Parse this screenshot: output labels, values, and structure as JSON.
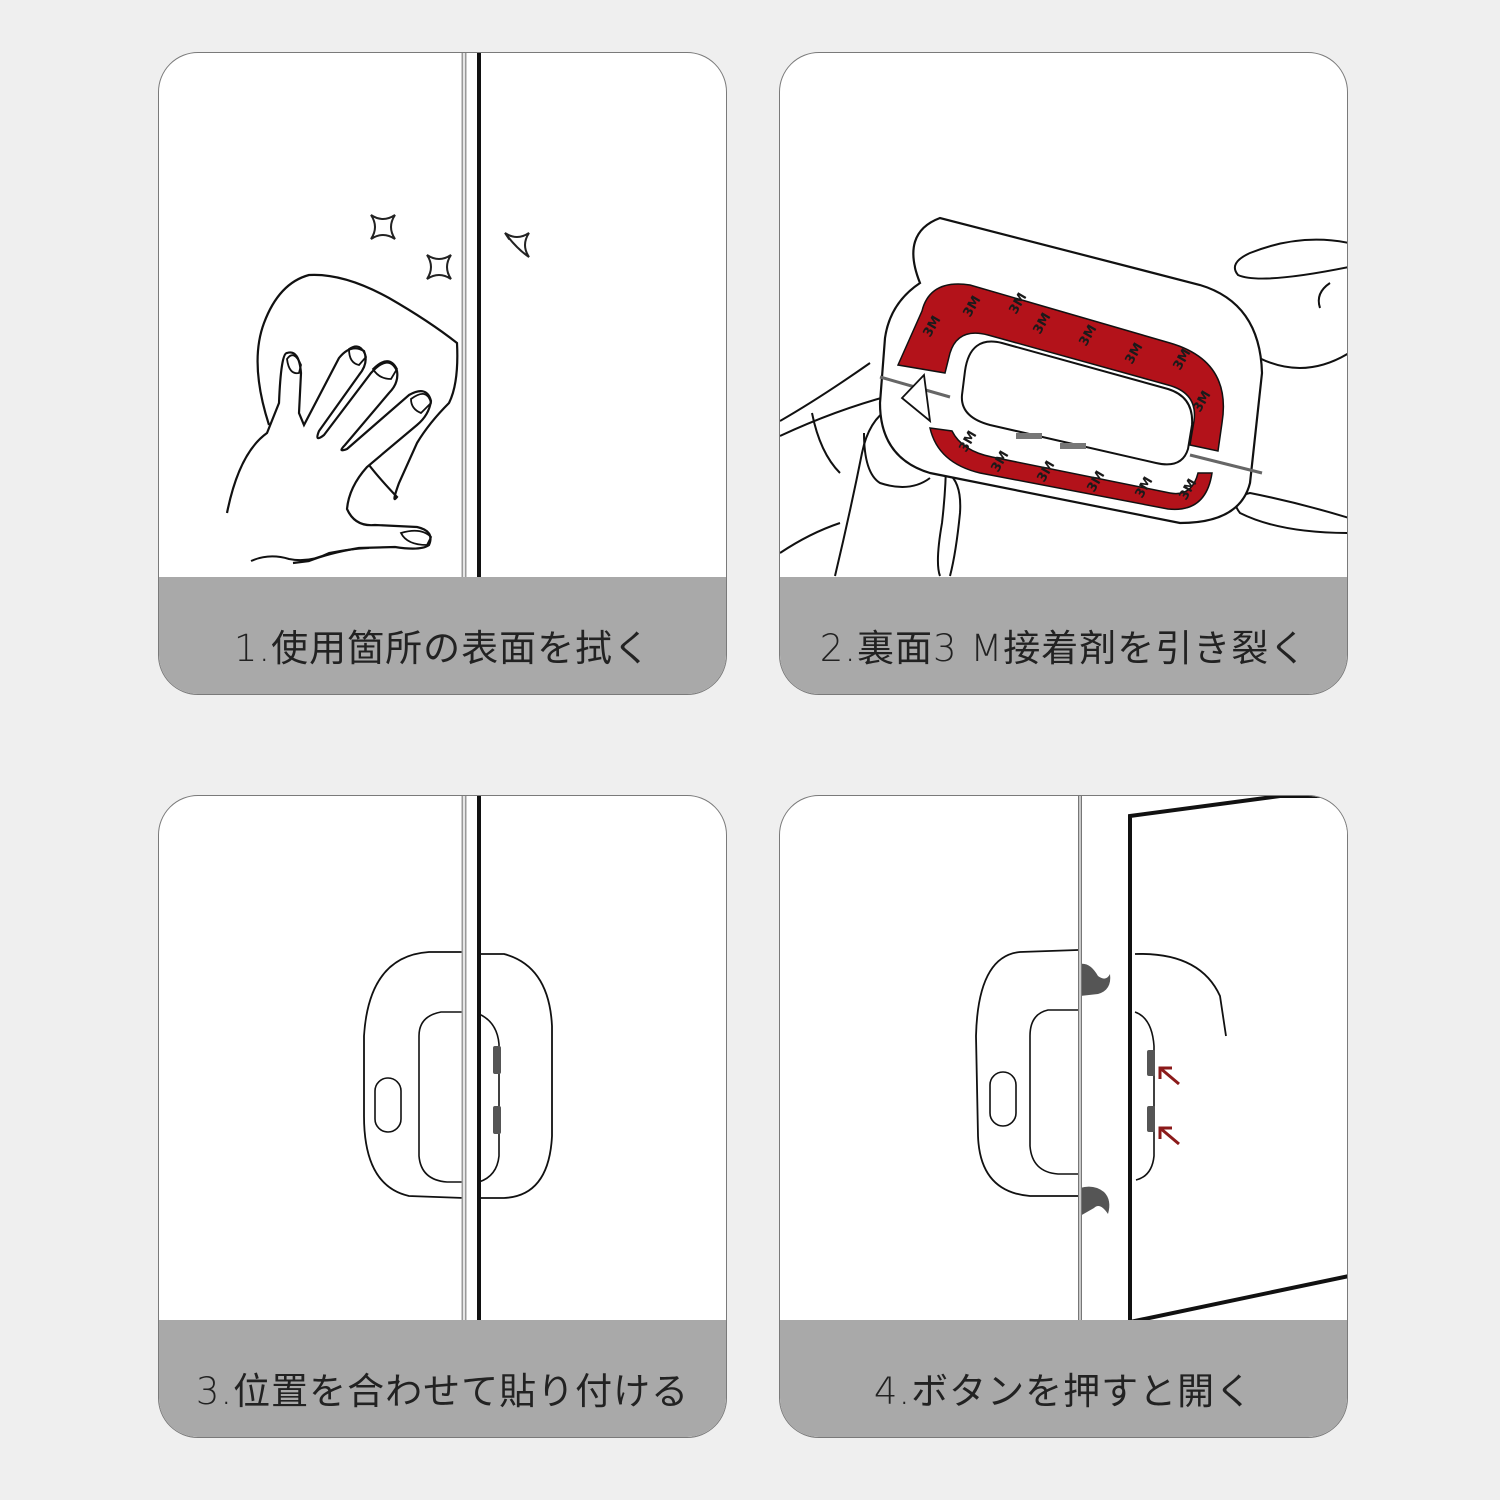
{
  "steps": [
    {
      "number": 1,
      "label": "1.使用箇所の表面を拭く",
      "illustration": "hand-wiping-cabinet"
    },
    {
      "number": 2,
      "label": "2.裏面3 M接着剤を引き裂く",
      "illustration": "peeling-3m-adhesive",
      "adhesive_text": "3M"
    },
    {
      "number": 3,
      "label": "3.位置を合わせて貼り付ける",
      "illustration": "lock-aligned-on-doors"
    },
    {
      "number": 4,
      "label": "4.ボタンを押すと開く",
      "illustration": "press-buttons-to-open"
    }
  ],
  "colors": {
    "background": "#efefef",
    "card": "#ffffff",
    "caption_band": "#a9a9a9",
    "adhesive_red": "#b3121a",
    "arrow_red": "#8b1a1a",
    "line": "#111111"
  }
}
